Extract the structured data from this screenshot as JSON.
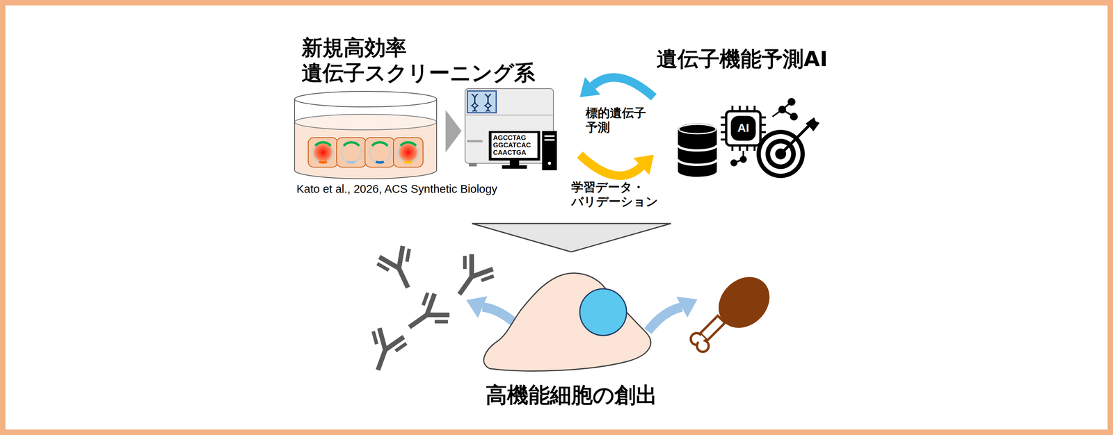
{
  "diagram": {
    "nodes": [
      {
        "text": [
          "新規高効率 遺伝子スクリーニング系",
          "Kato et al., 2026, ACS Synthetic Biology"
        ]
      },
      {
        "text": [
          "遺伝子機能予測AI"
        ]
      },
      {
        "text": [
          "高機能細胞の創出"
        ]
      }
    ],
    "edges": [
      {
        "from": 1,
        "to": 0,
        "label": "標的遺伝子 予測",
        "arrow": "to"
      },
      {
        "from": 0,
        "to": 1,
        "label": "学習データ・ バリデーション",
        "arrow": "to"
      },
      {
        "from": 0,
        "to": 2,
        "arrow": "to"
      },
      {
        "from": 1,
        "to": 2,
        "arrow": "to"
      }
    ],
    "labels": [
      "AGCCTAG",
      "GGCATCAC",
      "CAACTGA",
      "AI"
    ]
  }
}
